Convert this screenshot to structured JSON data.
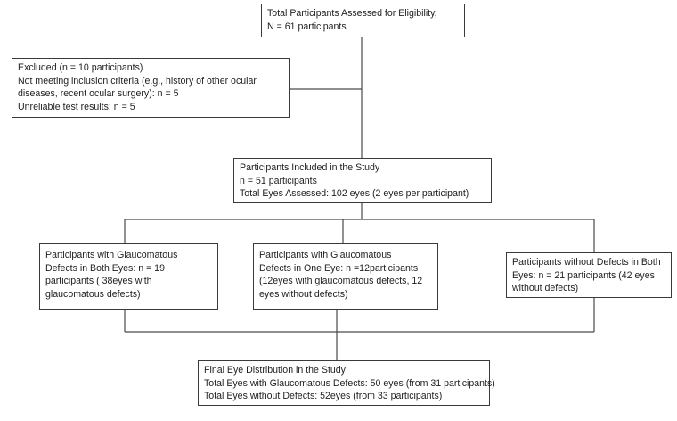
{
  "nodes": {
    "assessed": {
      "lines": [
        "Total Participants Assessed for Eligibility,",
        "N = 61 participants"
      ]
    },
    "excluded": {
      "lines": [
        "Excluded (n = 10 participants)",
        "Not meeting inclusion criteria (e.g., history of other ocular",
        "diseases, recent ocular surgery): n = 5",
        "Unreliable test results: n = 5"
      ]
    },
    "included": {
      "lines": [
        "Participants Included in the Study",
        "n = 51 participants",
        "Total Eyes Assessed: 102 eyes (2 eyes per participant)"
      ]
    },
    "both_eyes": {
      "lines": [
        "Participants with Glaucomatous",
        "Defects in Both Eyes: n = 19",
        "participants ( 38eyes with",
        "glaucomatous defects)"
      ]
    },
    "one_eye": {
      "lines": [
        "Participants with Glaucomatous",
        "Defects in One Eye: n =12participants",
        "(12eyes with glaucomatous defects, 12",
        "eyes without defects)"
      ]
    },
    "no_defects": {
      "lines": [
        "Participants without Defects in Both",
        "Eyes: n = 21 participants (42 eyes",
        "without defects)"
      ]
    },
    "final": {
      "lines": [
        "Final Eye Distribution in the Study:",
        "Total Eyes with Glaucomatous Defects: 50 eyes (from 31 participants)",
        "Total Eyes without Defects: 52eyes (from 33 participants)"
      ]
    }
  }
}
